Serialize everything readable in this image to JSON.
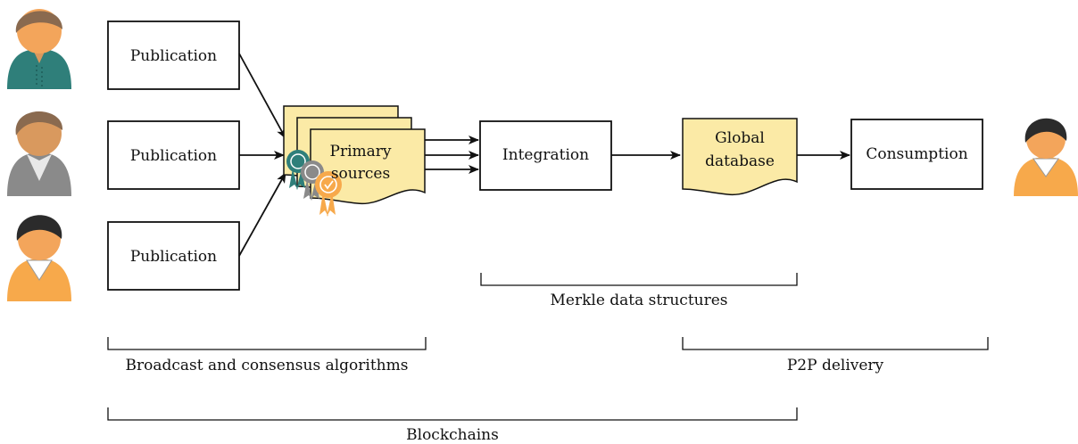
{
  "colors": {
    "doc_fill": "#fbeaa6",
    "teal": "#2f7f7a",
    "gray": "#8a8a8a",
    "orange": "#f7a94b",
    "skin": "#f3a55b",
    "skin_mid": "#d9995e",
    "hair_brown": "#8a6a4f",
    "hair_dark": "#2b2b2b"
  },
  "people": [
    {
      "icon": "person-teal-icon"
    },
    {
      "icon": "person-gray-icon"
    },
    {
      "icon": "person-orange-icon"
    },
    {
      "icon": "person-consumer-icon"
    }
  ],
  "nodes": {
    "publication_1": "Publication",
    "publication_2": "Publication",
    "publication_3": "Publication",
    "primary_sources": [
      "Primary",
      "sources"
    ],
    "integration": "Integration",
    "global_database": [
      "Global",
      "database"
    ],
    "consumption": "Consumption"
  },
  "badges": [
    {
      "icon": "ribbon-badge-teal-icon"
    },
    {
      "icon": "ribbon-badge-gray-icon"
    },
    {
      "icon": "ribbon-badge-orange-icon"
    }
  ],
  "annotations": {
    "merkle": "Merkle data structures",
    "broadcast": "Broadcast and consensus algorithms",
    "p2p": "P2P delivery",
    "blockchains": "Blockchains"
  }
}
